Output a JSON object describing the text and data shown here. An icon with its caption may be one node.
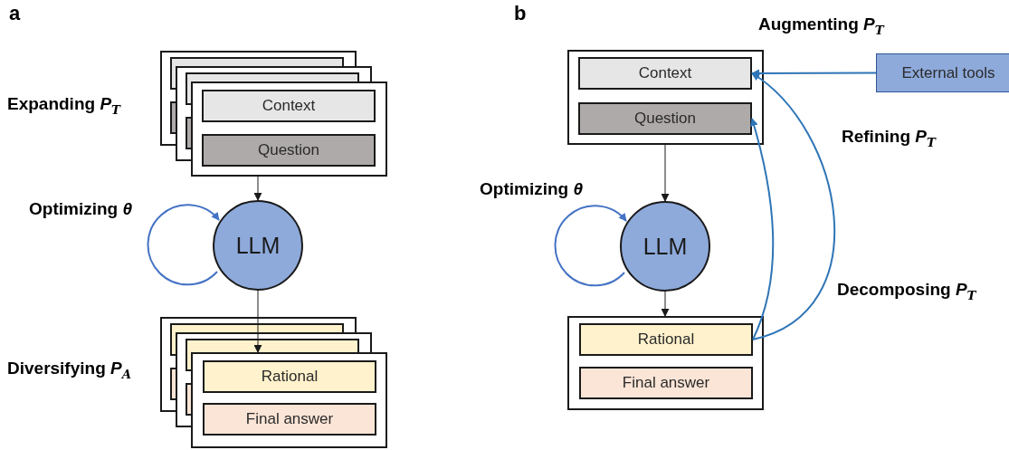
{
  "diagram": {
    "nodes": [
      {
        "text": [],
        "shape": "box"
      },
      {
        "text": [
          "Context"
        ],
        "in": 0
      },
      {
        "text": [
          "Question"
        ],
        "in": 0
      },
      {
        "text": [
          "LLM"
        ]
      },
      {
        "text": [],
        "shape": "box"
      },
      {
        "text": [
          "Rational"
        ],
        "in": 4
      },
      {
        "text": [
          "Final answer"
        ],
        "in": 4
      },
      {
        "text": [],
        "shape": "box"
      },
      {
        "text": [
          "Context"
        ],
        "in": 7
      },
      {
        "text": [
          "Question"
        ],
        "in": 7
      },
      {
        "text": [
          "LLM"
        ]
      },
      {
        "text": [],
        "shape": "box"
      },
      {
        "text": [
          "Rational"
        ],
        "in": 11
      },
      {
        "text": [
          "Final answer"
        ],
        "in": 11
      },
      {
        "text": [
          "External tools"
        ]
      }
    ],
    "edges": [
      {
        "from": 0,
        "to": 3,
        "arrow": "to"
      },
      {
        "from": 3,
        "to": 3,
        "arrow": "to",
        "color": "#4472c4"
      },
      {
        "from": 3,
        "to": 4,
        "arrow": "to"
      },
      {
        "from": 7,
        "to": 10,
        "arrow": "to"
      },
      {
        "from": 10,
        "to": 10,
        "arrow": "to",
        "color": "#4472c4"
      },
      {
        "from": 10,
        "to": 11,
        "arrow": "to"
      },
      {
        "from": 14,
        "to": 8,
        "arrow": "to",
        "color": "#2e75b6"
      },
      {
        "from": 12,
        "to": 8,
        "arrow": "to",
        "color": "#2e75b6"
      },
      {
        "from": 12,
        "to": 9,
        "arrow": "to",
        "color": "#2e75b6"
      }
    ],
    "labels": [
      "a",
      "Expanding *P*$_{T}$",
      "Optimizing *θ*",
      "Diversifying *P*$_{A}$",
      "b",
      "Augmenting *P*$_{T}$",
      "Refining *P*$_{T}$",
      "Optimizing *θ*",
      "Decomposing *P*$_{T}$"
    ]
  }
}
